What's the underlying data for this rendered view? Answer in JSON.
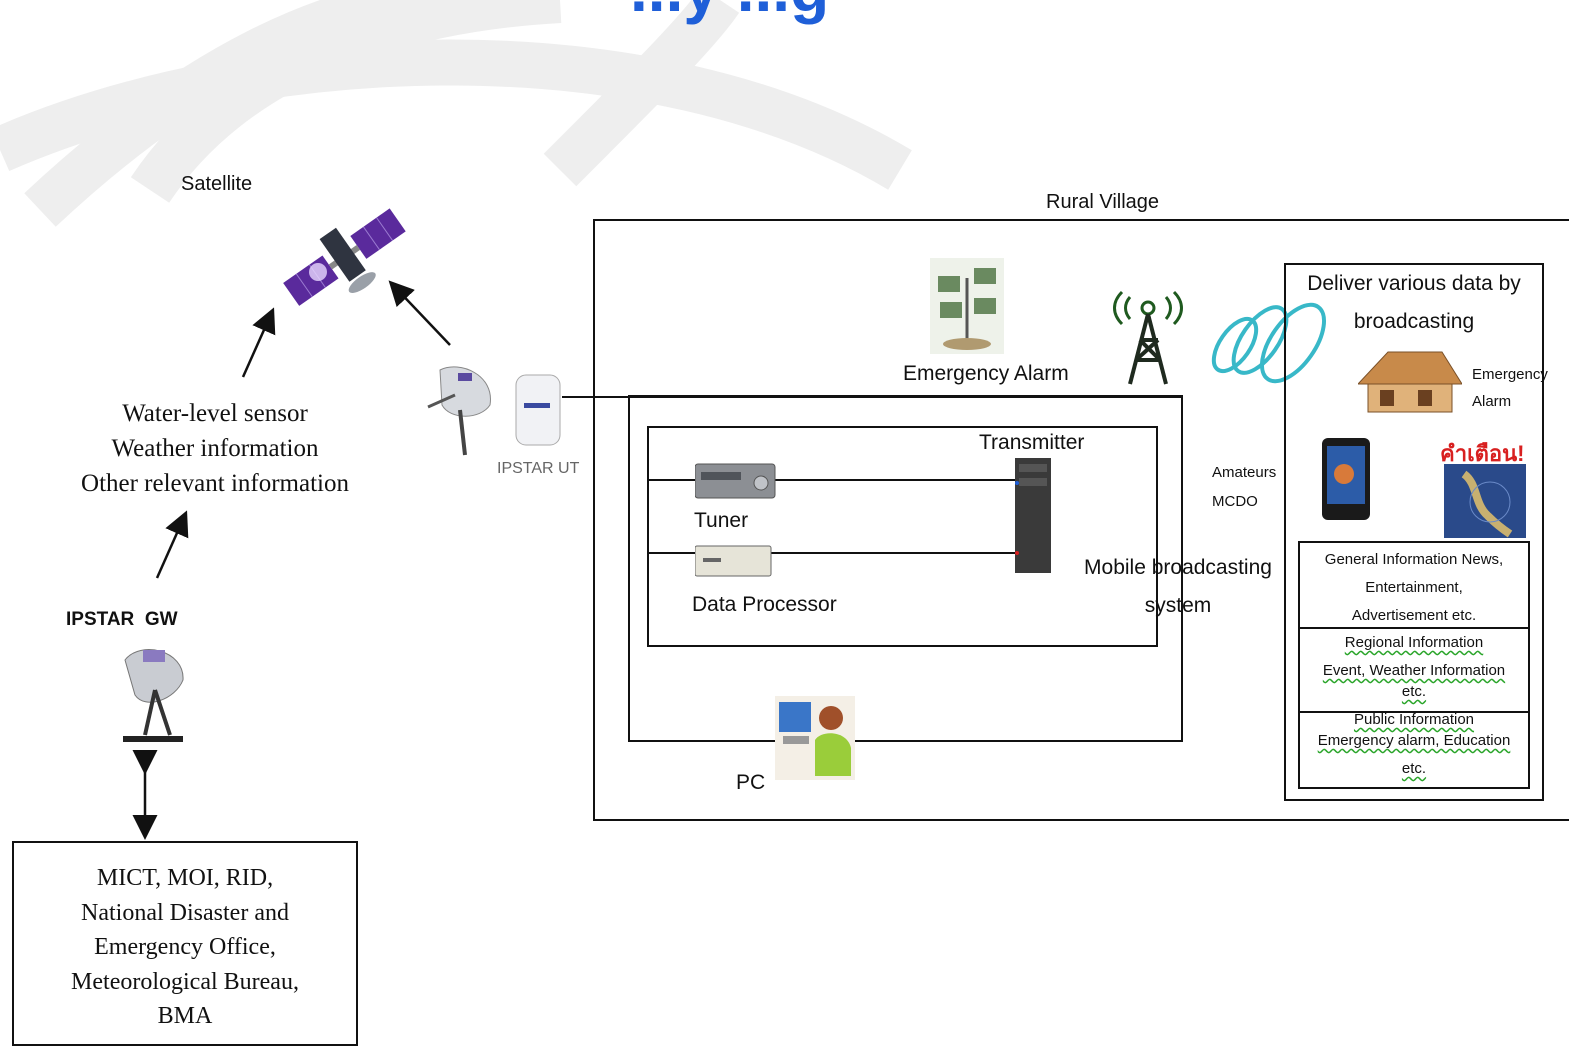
{
  "header": {
    "title_fragment": "...y ...g"
  },
  "satellite": {
    "label": "Satellite"
  },
  "info_list": {
    "lines": [
      "Water-level sensor",
      "Weather information",
      "Other relevant information"
    ]
  },
  "gateway": {
    "label": "IPSTAR  GW"
  },
  "terminal": {
    "label": "IPSTAR UT"
  },
  "agencies": {
    "lines": [
      "MICT, MOI, RID,",
      "National Disaster and",
      "Emergency Office,",
      "Meteorological Bureau,",
      "BMA"
    ]
  },
  "village": {
    "label": "Rural Village",
    "emergency_alarm": "Emergency Alarm",
    "transmitter": "Transmitter",
    "tuner": "Tuner",
    "data_processor": "Data Processor",
    "mobile_system": [
      "Mobile broadcasting",
      "system"
    ],
    "amateurs": [
      "Amateurs",
      "MCDO"
    ],
    "pc": "PC"
  },
  "deliver": {
    "title": [
      "Deliver various data by",
      "broadcasting"
    ],
    "house_label": [
      "Emergency",
      "Alarm"
    ],
    "warning_text": "คำเตือน!",
    "cells": [
      {
        "lines": [
          "General Information News,",
          "Entertainment,",
          "Advertisement etc."
        ]
      },
      {
        "lines": [
          "Regional Information",
          "Event, Weather Information",
          "etc."
        ]
      },
      {
        "lines": [
          "Public Information",
          "Emergency alarm, Education",
          "etc."
        ]
      }
    ]
  },
  "colors": {
    "title_blue": "#1f5fd8",
    "satellite_purple": "#5a2a9c",
    "waves": "#38b8c8",
    "frame": "#111111"
  }
}
